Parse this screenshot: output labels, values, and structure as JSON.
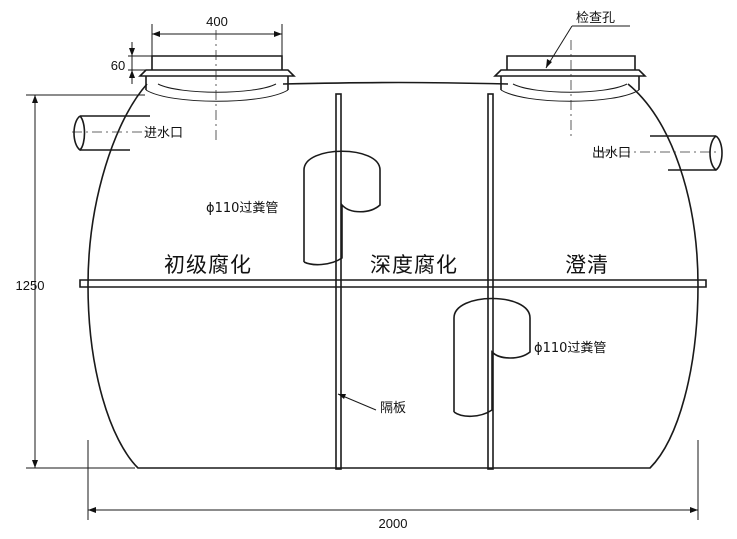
{
  "labels": {
    "inlet": "进水口",
    "outlet": "出水口",
    "inspection_hole": "检查孔",
    "pipe_1": "ϕ110过粪管",
    "pipe_2": "ϕ110过粪管",
    "partition": "隔板",
    "zone_1": "初级腐化",
    "zone_2": "深度腐化",
    "zone_3": "澄清"
  },
  "dimensions": {
    "opening_width": "400",
    "collar_height": "60",
    "tank_height": "1250",
    "tank_length": "2000"
  }
}
